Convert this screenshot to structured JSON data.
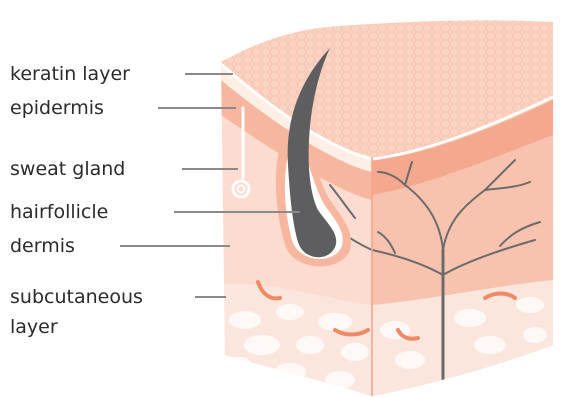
{
  "labels": {
    "keratin": "keratin layer",
    "epidermis": "epidermis",
    "sweat_gland": "sweat gland",
    "hair_follicle": "hairfollicle",
    "dermis": "dermis",
    "subcutaneous_1": "subcutaneous",
    "subcutaneous_2": "layer"
  },
  "colors": {
    "keratin_top": "#fbd3c2",
    "keratin_pattern": "#f8c2ac",
    "epidermis": "#f7b79f",
    "dermis_front": "#fcdcd0",
    "dermis_side": "#f4a98f",
    "fat": "#fbe6de",
    "hair": "#5e5e60",
    "vessel": "#6b6b6b"
  }
}
